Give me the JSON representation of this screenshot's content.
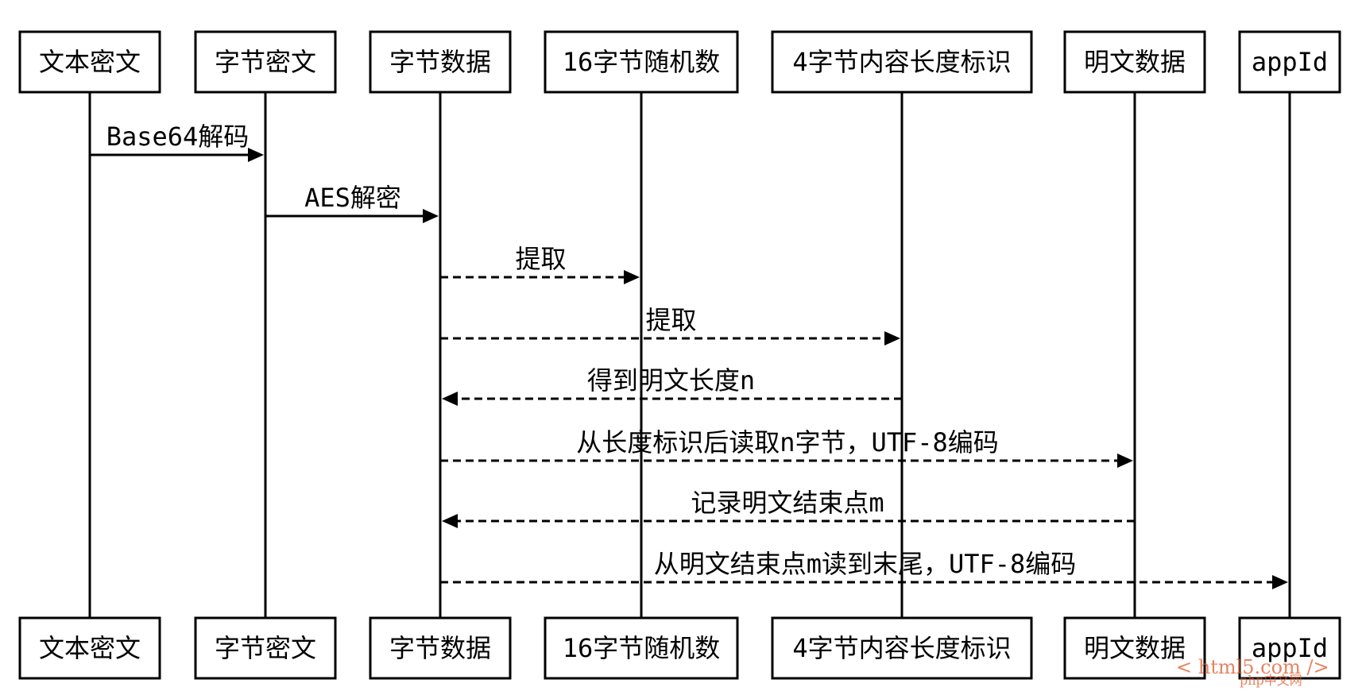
{
  "participants": [
    {
      "id": "p0",
      "label": "文本密文"
    },
    {
      "id": "p1",
      "label": "字节密文"
    },
    {
      "id": "p2",
      "label": "字节数据"
    },
    {
      "id": "p3",
      "label": "16字节随机数"
    },
    {
      "id": "p4",
      "label": "4字节内容长度标识"
    },
    {
      "id": "p5",
      "label": "明文数据"
    },
    {
      "id": "p6",
      "label": "appId"
    }
  ],
  "messages": [
    {
      "from": 0,
      "to": 1,
      "label": "Base64解码",
      "style": "solid"
    },
    {
      "from": 1,
      "to": 2,
      "label": "AES解密",
      "style": "solid"
    },
    {
      "from": 2,
      "to": 3,
      "label": "提取",
      "style": "dashed"
    },
    {
      "from": 2,
      "to": 4,
      "label": "提取",
      "style": "dashed"
    },
    {
      "from": 4,
      "to": 2,
      "label": "得到明文长度n",
      "style": "dashed"
    },
    {
      "from": 2,
      "to": 5,
      "label": "从长度标识后读取n字节，UTF-8编码",
      "style": "dashed"
    },
    {
      "from": 5,
      "to": 2,
      "label": "记录明文结束点m",
      "style": "dashed"
    },
    {
      "from": 2,
      "to": 6,
      "label": "从明文结束点m读到末尾，UTF-8编码",
      "style": "dashed"
    }
  ],
  "watermark": "< html5.com />",
  "watermark_brand": "php中文网",
  "colors": {
    "line": "#000000",
    "watermark": "#e05a2b"
  }
}
